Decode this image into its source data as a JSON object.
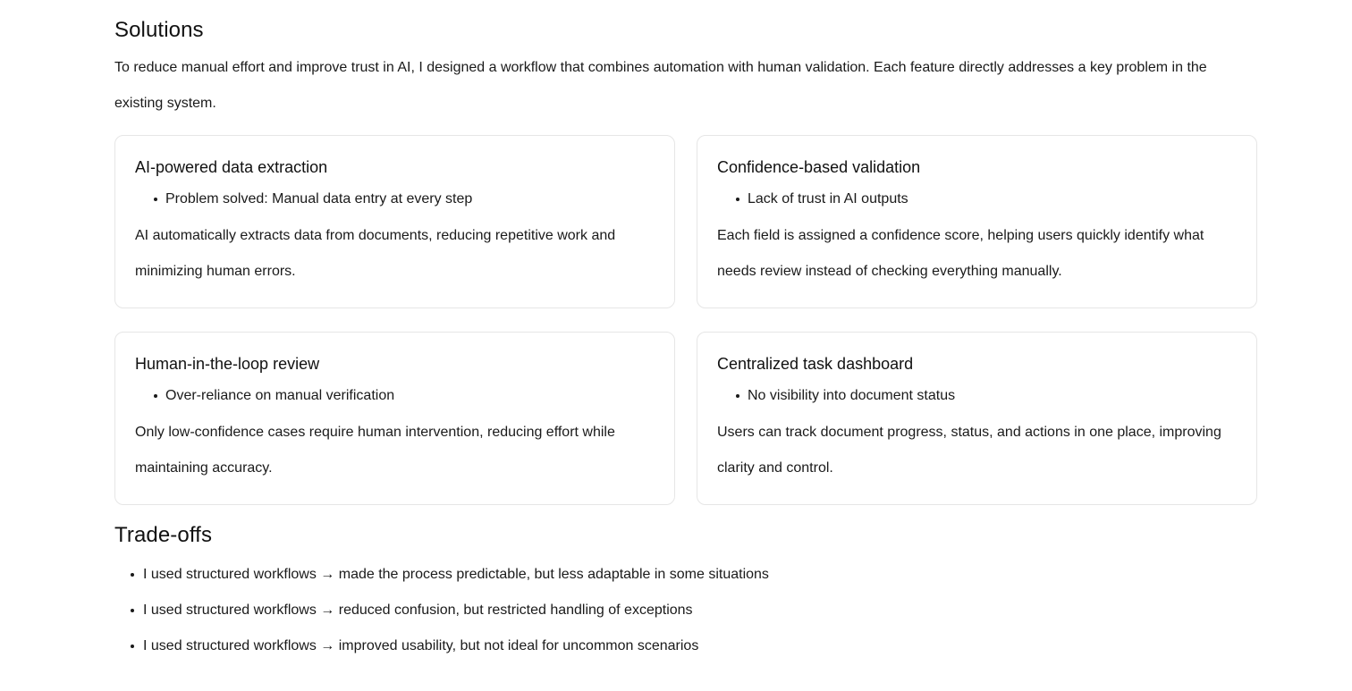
{
  "solutions": {
    "heading": "Solutions",
    "intro": "To reduce manual effort and improve trust in AI, I designed a workflow that combines automation with human validation. Each feature directly addresses a key problem in the existing system.",
    "cards": [
      {
        "title": "AI-powered data extraction",
        "problem": "Problem solved: Manual data entry at every step",
        "description": "AI automatically extracts data from documents, reducing repetitive work and minimizing human errors."
      },
      {
        "title": "Confidence-based validation",
        "problem": "Lack of trust in AI outputs",
        "description": "Each field is assigned a confidence score, helping users quickly identify what needs review instead of checking everything manually."
      },
      {
        "title": "Human-in-the-loop review",
        "problem": "Over-reliance on manual verification",
        "description": "Only low-confidence cases require human intervention, reducing effort while maintaining accuracy."
      },
      {
        "title": "Centralized task dashboard",
        "problem": "No visibility into document status",
        "description": "Users can track document progress, status, and actions in one place, improving clarity and control."
      }
    ]
  },
  "tradeoffs": {
    "heading": "Trade-offs",
    "items": [
      "I used structured workflows → made the process predictable, but less adaptable in some situations",
      "I used structured workflows → reduced confusion, but restricted handling of exceptions",
      "I used structured workflows → improved usability, but not ideal for uncommon scenarios"
    ]
  },
  "colors": {
    "text": "#1a1a1a",
    "heading": "#111111",
    "card_border": "#e6e6e6",
    "background": "#ffffff"
  }
}
